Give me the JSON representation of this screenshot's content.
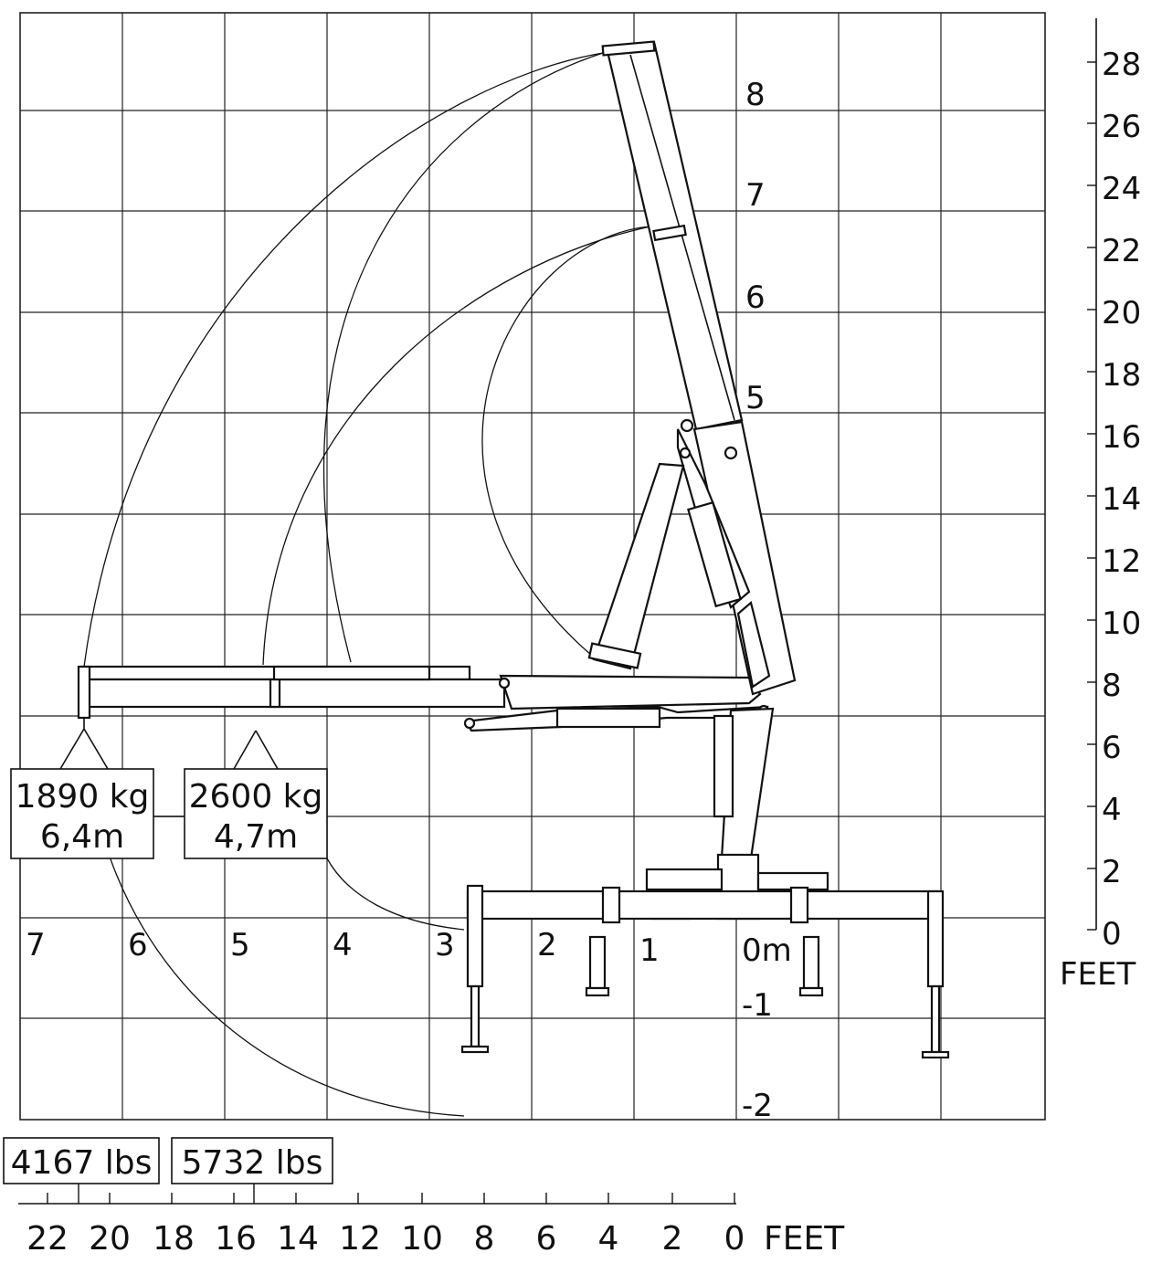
{
  "diagram": {
    "colors": {
      "ink": "#111111",
      "paper": "#ffffff"
    },
    "height_axis_m": [
      "8",
      "7",
      "6",
      "5"
    ],
    "depth_axis_m": [
      "-1",
      "-2"
    ],
    "height_axis_feet": [
      "28",
      "26",
      "24",
      "22",
      "20",
      "18",
      "16",
      "14",
      "12",
      "10",
      "8",
      "6",
      "4",
      "2",
      "0"
    ],
    "height_axis_feet_unit": "FEET",
    "outreach_axis_m": [
      "7",
      "6",
      "5",
      "4",
      "3",
      "2",
      "1",
      "0m"
    ],
    "load_points": [
      {
        "load": "1890 kg",
        "reach": "6,4m",
        "load_imperial": "4167 lbs"
      },
      {
        "load": "2600 kg",
        "reach": "4,7m",
        "load_imperial": "5732 lbs"
      }
    ],
    "outreach_axis_feet": [
      "22",
      "20",
      "18",
      "16",
      "14",
      "12",
      "10",
      "8",
      "6",
      "4",
      "2",
      "0"
    ],
    "outreach_axis_feet_unit": "FEET"
  }
}
